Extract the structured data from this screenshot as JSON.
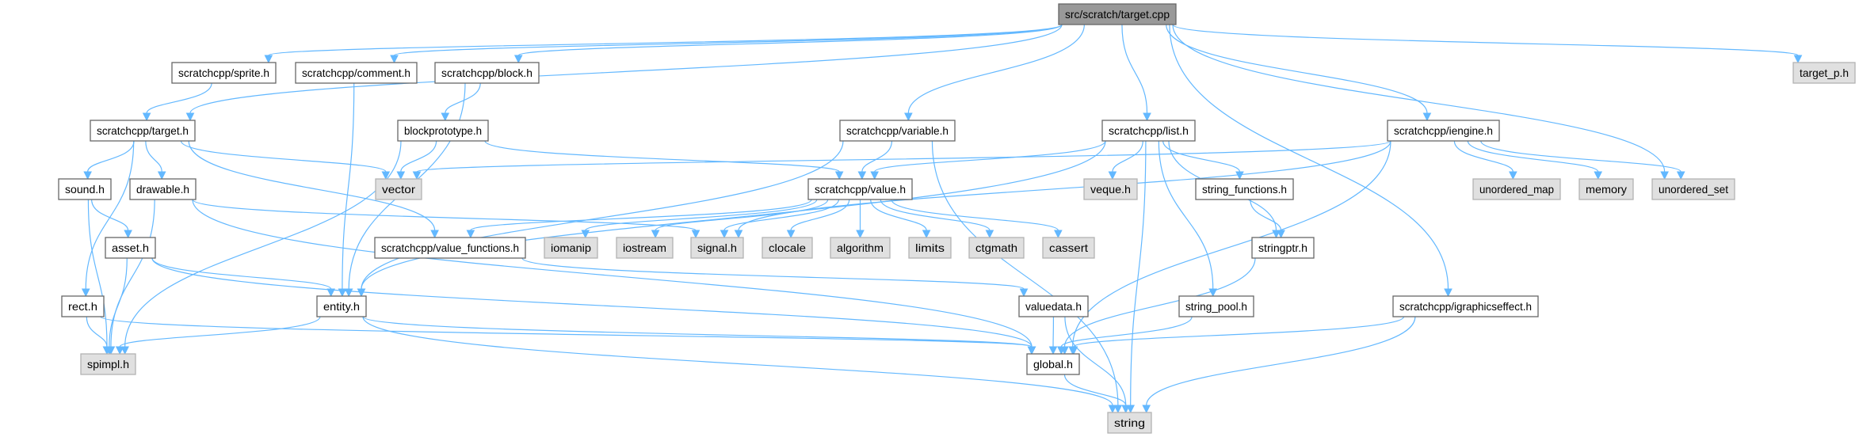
{
  "graph": {
    "title": "src/scratch/target.cpp",
    "colors": {
      "edge": "#63b8ff",
      "root_fill": "#999999",
      "external_fill": "#e0e0e0",
      "node_fill": "#ffffff"
    },
    "nodes": [
      {
        "id": "target_cpp",
        "label": "src/scratch/target.cpp",
        "kind": "root"
      },
      {
        "id": "sprite",
        "label": "scratchcpp/sprite.h",
        "kind": "local"
      },
      {
        "id": "comment",
        "label": "scratchcpp/comment.h",
        "kind": "local"
      },
      {
        "id": "block",
        "label": "scratchcpp/block.h",
        "kind": "local"
      },
      {
        "id": "target_p",
        "label": "target_p.h",
        "kind": "external"
      },
      {
        "id": "target_h",
        "label": "scratchcpp/target.h",
        "kind": "local"
      },
      {
        "id": "blockprototype",
        "label": "blockprototype.h",
        "kind": "local"
      },
      {
        "id": "variable",
        "label": "scratchcpp/variable.h",
        "kind": "local"
      },
      {
        "id": "list",
        "label": "scratchcpp/list.h",
        "kind": "local"
      },
      {
        "id": "iengine",
        "label": "scratchcpp/iengine.h",
        "kind": "local"
      },
      {
        "id": "sound",
        "label": "sound.h",
        "kind": "local"
      },
      {
        "id": "drawable",
        "label": "drawable.h",
        "kind": "local"
      },
      {
        "id": "vector",
        "label": "vector",
        "kind": "external"
      },
      {
        "id": "value",
        "label": "scratchcpp/value.h",
        "kind": "local"
      },
      {
        "id": "veque",
        "label": "veque.h",
        "kind": "external"
      },
      {
        "id": "string_functions",
        "label": "string_functions.h",
        "kind": "local"
      },
      {
        "id": "unordered_map",
        "label": "unordered_map",
        "kind": "external"
      },
      {
        "id": "memory",
        "label": "memory",
        "kind": "external"
      },
      {
        "id": "unordered_set",
        "label": "unordered_set",
        "kind": "external"
      },
      {
        "id": "asset",
        "label": "asset.h",
        "kind": "local"
      },
      {
        "id": "value_functions",
        "label": "scratchcpp/value_functions.h",
        "kind": "local"
      },
      {
        "id": "iomanip",
        "label": "iomanip",
        "kind": "external"
      },
      {
        "id": "iostream",
        "label": "iostream",
        "kind": "external"
      },
      {
        "id": "signal",
        "label": "signal.h",
        "kind": "external"
      },
      {
        "id": "clocale",
        "label": "clocale",
        "kind": "external"
      },
      {
        "id": "algorithm",
        "label": "algorithm",
        "kind": "external"
      },
      {
        "id": "limits",
        "label": "limits",
        "kind": "external"
      },
      {
        "id": "ctgmath",
        "label": "ctgmath",
        "kind": "external"
      },
      {
        "id": "cassert",
        "label": "cassert",
        "kind": "external"
      },
      {
        "id": "stringptr",
        "label": "stringptr.h",
        "kind": "local"
      },
      {
        "id": "rect",
        "label": "rect.h",
        "kind": "local"
      },
      {
        "id": "entity",
        "label": "entity.h",
        "kind": "local"
      },
      {
        "id": "valuedata",
        "label": "valuedata.h",
        "kind": "local"
      },
      {
        "id": "string_pool",
        "label": "string_pool.h",
        "kind": "local"
      },
      {
        "id": "igraphicseffect",
        "label": "scratchcpp/igraphicseffect.h",
        "kind": "local"
      },
      {
        "id": "spimpl",
        "label": "spimpl.h",
        "kind": "external"
      },
      {
        "id": "global",
        "label": "global.h",
        "kind": "local"
      },
      {
        "id": "string",
        "label": "string",
        "kind": "external"
      }
    ],
    "edges": [
      [
        "target_cpp",
        "target_h"
      ],
      [
        "target_cpp",
        "sprite"
      ],
      [
        "target_cpp",
        "comment"
      ],
      [
        "target_cpp",
        "block"
      ],
      [
        "target_cpp",
        "variable"
      ],
      [
        "target_cpp",
        "list"
      ],
      [
        "target_cpp",
        "iengine"
      ],
      [
        "target_cpp",
        "unordered_set"
      ],
      [
        "target_cpp",
        "igraphicseffect"
      ],
      [
        "target_cpp",
        "target_p"
      ],
      [
        "sprite",
        "target_h"
      ],
      [
        "comment",
        "entity"
      ],
      [
        "block",
        "entity"
      ],
      [
        "block",
        "blockprototype"
      ],
      [
        "target_h",
        "sound"
      ],
      [
        "target_h",
        "drawable"
      ],
      [
        "target_h",
        "rect"
      ],
      [
        "target_h",
        "vector"
      ],
      [
        "target_h",
        "value_functions"
      ],
      [
        "blockprototype",
        "vector"
      ],
      [
        "blockprototype",
        "spimpl"
      ],
      [
        "blockprototype",
        "value"
      ],
      [
        "variable",
        "value"
      ],
      [
        "variable",
        "entity"
      ],
      [
        "variable",
        "string"
      ],
      [
        "list",
        "value"
      ],
      [
        "list",
        "veque"
      ],
      [
        "list",
        "string_functions"
      ],
      [
        "list",
        "string_pool"
      ],
      [
        "list",
        "stringptr"
      ],
      [
        "list",
        "entity"
      ],
      [
        "list",
        "string"
      ],
      [
        "iengine",
        "vector"
      ],
      [
        "iengine",
        "signal"
      ],
      [
        "iengine",
        "global"
      ],
      [
        "iengine",
        "unordered_map"
      ],
      [
        "iengine",
        "memory"
      ],
      [
        "iengine",
        "unordered_set"
      ],
      [
        "value",
        "value_functions"
      ],
      [
        "value",
        "iomanip"
      ],
      [
        "value",
        "iostream"
      ],
      [
        "value",
        "signal"
      ],
      [
        "value",
        "clocale"
      ],
      [
        "value",
        "algorithm"
      ],
      [
        "value",
        "limits"
      ],
      [
        "value",
        "ctgmath"
      ],
      [
        "value",
        "cassert"
      ],
      [
        "sound",
        "asset"
      ],
      [
        "sound",
        "spimpl"
      ],
      [
        "drawable",
        "signal"
      ],
      [
        "drawable",
        "spimpl"
      ],
      [
        "drawable",
        "global"
      ],
      [
        "asset",
        "entity"
      ],
      [
        "asset",
        "spimpl"
      ],
      [
        "asset",
        "global"
      ],
      [
        "value_functions",
        "valuedata"
      ],
      [
        "rect",
        "spimpl"
      ],
      [
        "rect",
        "global"
      ],
      [
        "entity",
        "spimpl"
      ],
      [
        "entity",
        "global"
      ],
      [
        "entity",
        "string"
      ],
      [
        "valuedata",
        "global"
      ],
      [
        "valuedata",
        "string"
      ],
      [
        "string_functions",
        "stringptr"
      ],
      [
        "stringptr",
        "global"
      ],
      [
        "string_pool",
        "global"
      ],
      [
        "global",
        "string"
      ],
      [
        "igraphicseffect",
        "global"
      ],
      [
        "igraphicseffect",
        "string"
      ]
    ]
  }
}
